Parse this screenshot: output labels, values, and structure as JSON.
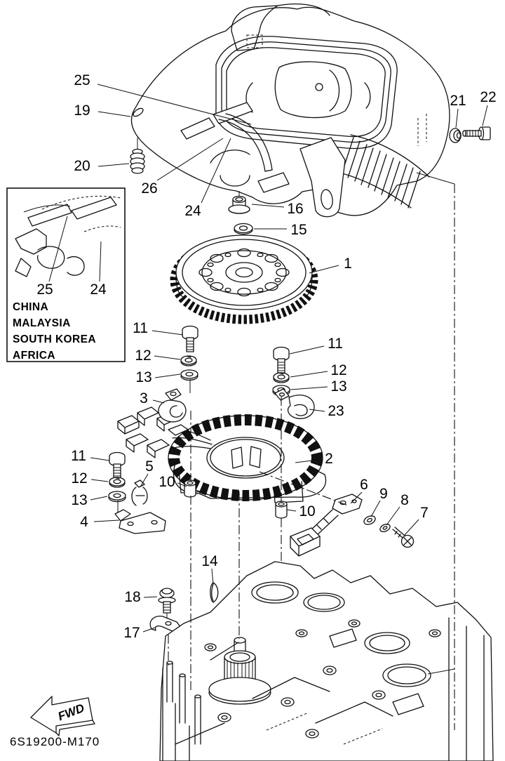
{
  "diagram": {
    "part_code": "6S19200-M170",
    "fwd_label": "FWD",
    "inset_regions": [
      "CHINA",
      "MALAYSIA",
      "SOUTH KOREA",
      "AFRICA"
    ],
    "line_color": "#111111",
    "background_color": "#ffffff",
    "callouts": [
      {
        "label": "25"
      },
      {
        "label": "19"
      },
      {
        "label": "20"
      },
      {
        "label": "26"
      },
      {
        "label": "24"
      },
      {
        "label": "21"
      },
      {
        "label": "22"
      },
      {
        "label": "16"
      },
      {
        "label": "15"
      },
      {
        "label": "1"
      },
      {
        "label": "25"
      },
      {
        "label": "24"
      },
      {
        "label": "11"
      },
      {
        "label": "12"
      },
      {
        "label": "13"
      },
      {
        "label": "3"
      },
      {
        "label": "11"
      },
      {
        "label": "12"
      },
      {
        "label": "13"
      },
      {
        "label": "23"
      },
      {
        "label": "2"
      },
      {
        "label": "11"
      },
      {
        "label": "12"
      },
      {
        "label": "13"
      },
      {
        "label": "4"
      },
      {
        "label": "5"
      },
      {
        "label": "10"
      },
      {
        "label": "10"
      },
      {
        "label": "6"
      },
      {
        "label": "9"
      },
      {
        "label": "8"
      },
      {
        "label": "7"
      },
      {
        "label": "14"
      },
      {
        "label": "18"
      },
      {
        "label": "17"
      }
    ]
  }
}
